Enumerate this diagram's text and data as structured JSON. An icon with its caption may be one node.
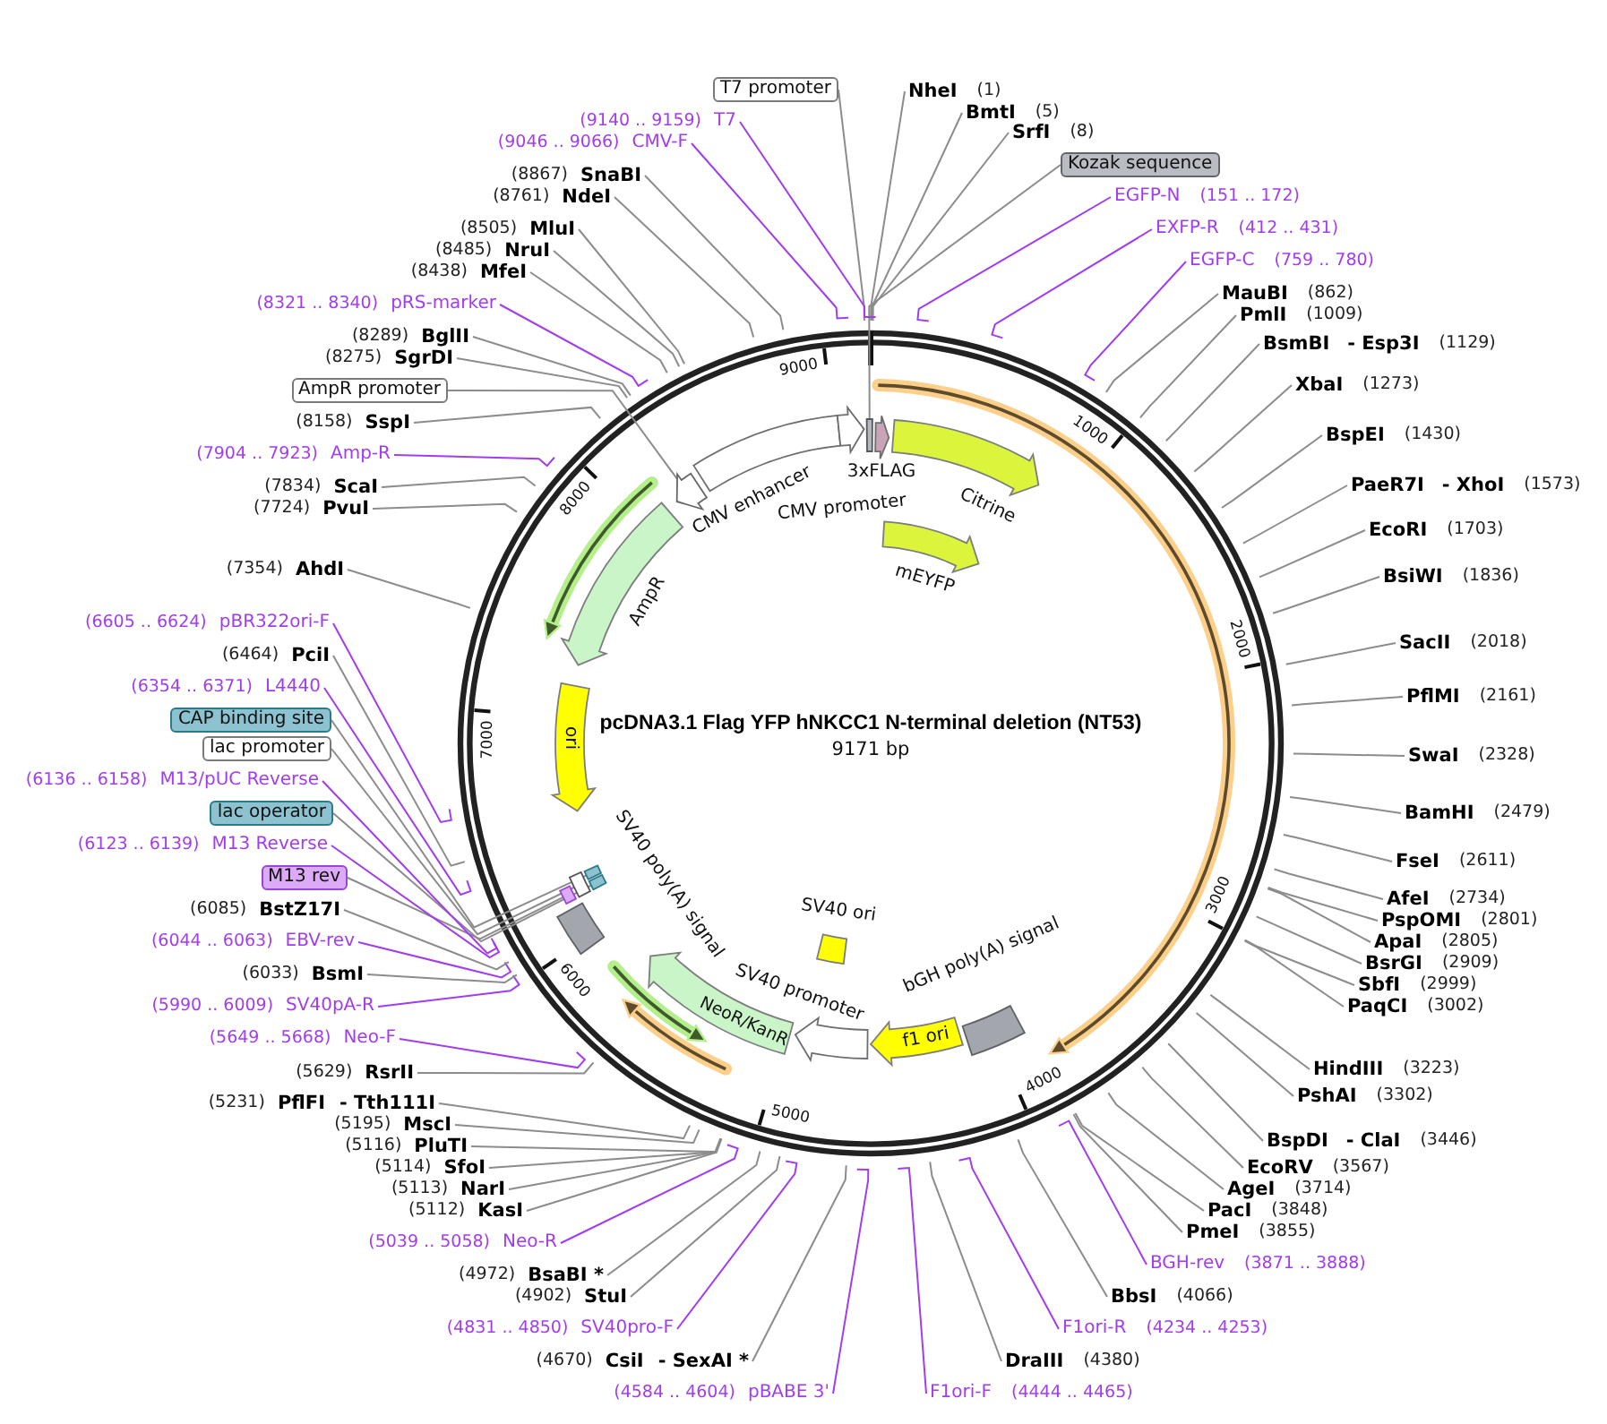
{
  "diagram": {
    "title": "pcDNA3.1 Flag YFP hNKCC1 N-terminal deletion (NT53)",
    "nodes": [
      {
        "text": [
          "T7 promoter"
        ]
      },
      {
        "text": [
          "NheI",
          "(1)"
        ]
      },
      {
        "text": [
          "BmtI",
          "(5)"
        ]
      },
      {
        "text": [
          "SrfI",
          "(8)"
        ]
      },
      {
        "text": [
          "Kozak sequence"
        ]
      },
      {
        "text": [
          "EGFP-N",
          "(151 .. 172)"
        ]
      },
      {
        "text": [
          "EXFP-R",
          "(412 .. 431)"
        ]
      },
      {
        "text": [
          "EGFP-C",
          "(759 .. 780)"
        ]
      },
      {
        "text": [
          "MauBI",
          "(862)"
        ]
      },
      {
        "text": [
          "PmlI",
          "(1009)"
        ]
      },
      {
        "text": [
          "BsmBI",
          "- Esp3I",
          "(1129)"
        ]
      },
      {
        "text": [
          "XbaI",
          "(1273)"
        ]
      },
      {
        "text": [
          "BspEI",
          "(1430)"
        ]
      },
      {
        "text": [
          "PaeR7I",
          "- XhoI",
          "(1573)"
        ]
      },
      {
        "text": [
          "EcoRI",
          "(1703)"
        ]
      },
      {
        "text": [
          "BsiWI",
          "(1836)"
        ]
      },
      {
        "text": [
          "SacII",
          "(2018)"
        ]
      },
      {
        "text": [
          "PflMI",
          "(2161)"
        ]
      },
      {
        "text": [
          "SwaI",
          "(2328)"
        ]
      },
      {
        "text": [
          "BamHI",
          "(2479)"
        ]
      },
      {
        "text": [
          "FseI",
          "(2611)"
        ]
      },
      {
        "text": [
          "AfeI",
          "(2734)"
        ]
      },
      {
        "text": [
          "PspOMI",
          "(2801)"
        ]
      },
      {
        "text": [
          "ApaI",
          "(2805)"
        ]
      },
      {
        "text": [
          "BsrGI",
          "(2909)"
        ]
      },
      {
        "text": [
          "SbfI",
          "(2999)"
        ]
      },
      {
        "text": [
          "PaqCI",
          "(3002)"
        ]
      },
      {
        "text": [
          "HindIII",
          "(3223)"
        ]
      },
      {
        "text": [
          "PshAI",
          "(3302)"
        ]
      },
      {
        "text": [
          "BspDI",
          "- ClaI",
          "(3446)"
        ]
      },
      {
        "text": [
          "EcoRV",
          "(3567)"
        ]
      },
      {
        "text": [
          "AgeI",
          "(3714)"
        ]
      },
      {
        "text": [
          "PacI",
          "(3848)"
        ]
      },
      {
        "text": [
          "PmeI",
          "(3855)"
        ]
      },
      {
        "text": [
          "BGH-rev",
          "(3871 .. 3888)"
        ]
      },
      {
        "text": [
          "BbsI",
          "(4066)"
        ]
      },
      {
        "text": [
          "F1ori-R",
          "(4234 .. 4253)"
        ]
      },
      {
        "text": [
          "DraIII",
          "(4380)"
        ]
      },
      {
        "text": [
          "F1ori-F",
          "(4444 .. 4465)"
        ]
      },
      {
        "text": [
          "(4584 .. 4604)",
          "pBABE 3'"
        ]
      },
      {
        "text": [
          "(4670)",
          "CsiI",
          "- SexAI *"
        ]
      },
      {
        "text": [
          "(4831 .. 4850)",
          "SV40pro-F"
        ]
      },
      {
        "text": [
          "(4902)",
          "StuI"
        ]
      },
      {
        "text": [
          "(4972)",
          "BsaBI *"
        ]
      },
      {
        "text": [
          "(5039 .. 5058)",
          "Neo-R"
        ]
      },
      {
        "text": [
          "(5112)",
          "KasI"
        ]
      },
      {
        "text": [
          "(5113)",
          "NarI"
        ]
      },
      {
        "text": [
          "(5114)",
          "SfoI"
        ]
      },
      {
        "text": [
          "(5116)",
          "PluTI"
        ]
      },
      {
        "text": [
          "(5195)",
          "MscI"
        ]
      },
      {
        "text": [
          "(5231)",
          "PflFI",
          "- Tth111I"
        ]
      },
      {
        "text": [
          "(5629)",
          "RsrII"
        ]
      },
      {
        "text": [
          "(5649 .. 5668)",
          "Neo-F"
        ]
      },
      {
        "text": [
          "(5990 .. 6009)",
          "SV40pA-R"
        ]
      },
      {
        "text": [
          "(6033)",
          "BsmI"
        ]
      },
      {
        "text": [
          "(6044 .. 6063)",
          "EBV-rev"
        ]
      },
      {
        "text": [
          "(6085)",
          "BstZ17I"
        ]
      },
      {
        "text": [
          "M13 rev"
        ]
      },
      {
        "text": [
          "(6123 .. 6139)",
          "M13 Reverse"
        ]
      },
      {
        "text": [
          "lac operator"
        ]
      },
      {
        "text": [
          "(6136 .. 6158)",
          "M13/pUC Reverse"
        ]
      },
      {
        "text": [
          "lac promoter"
        ]
      },
      {
        "text": [
          "CAP binding site"
        ]
      },
      {
        "text": [
          "(6354 .. 6371)",
          "L4440"
        ]
      },
      {
        "text": [
          "(6464)",
          "PciI"
        ]
      },
      {
        "text": [
          "(6605 .. 6624)",
          "pBR322ori-F"
        ]
      },
      {
        "text": [
          "(7354)",
          "AhdI"
        ]
      },
      {
        "text": [
          "(7724)",
          "PvuI"
        ]
      },
      {
        "text": [
          "(7834)",
          "ScaI"
        ]
      },
      {
        "text": [
          "(7904 .. 7923)",
          "Amp-R"
        ]
      },
      {
        "text": [
          "(8158)",
          "SspI"
        ]
      },
      {
        "text": [
          "AmpR promoter"
        ]
      },
      {
        "text": [
          "(8275)",
          "SgrDI"
        ]
      },
      {
        "text": [
          "(8289)",
          "BglII"
        ]
      },
      {
        "text": [
          "(8321 .. 8340)",
          "pRS-marker"
        ]
      },
      {
        "text": [
          "(8438)",
          "MfeI"
        ]
      },
      {
        "text": [
          "(8485)",
          "NruI"
        ]
      },
      {
        "text": [
          "(8505)",
          "MluI"
        ]
      },
      {
        "text": [
          "(8761)",
          "NdeI"
        ]
      },
      {
        "text": [
          "(8867)",
          "SnaBI"
        ]
      },
      {
        "text": [
          "(9046 .. 9066)",
          "CMV-F"
        ]
      },
      {
        "text": [
          "(9140 .. 9159)",
          "T7"
        ]
      },
      {
        "text": [
          "CMV enhancer"
        ]
      },
      {
        "text": [
          "CMV promoter"
        ]
      },
      {
        "text": [
          "3xFLAG"
        ]
      },
      {
        "text": [
          "Citrine"
        ]
      },
      {
        "text": [
          "mEYFP"
        ]
      },
      {
        "text": [
          "AmpR"
        ]
      },
      {
        "text": [
          "ori"
        ]
      },
      {
        "text": [
          "SV40 poly(A) signal"
        ]
      },
      {
        "text": [
          "SV40 ori"
        ]
      },
      {
        "text": [
          "SV40 promoter"
        ]
      },
      {
        "text": [
          "NeoR/KanR"
        ]
      },
      {
        "text": [
          "bGH poly(A) signal"
        ]
      },
      {
        "text": [
          "f1 ori"
        ]
      },
      {
        "text": [],
        "shape": "bar"
      },
      {
        "text": [],
        "shape": "arrow"
      },
      {
        "text": [],
        "shape": "bar"
      },
      {
        "text": [],
        "shape": "bar"
      },
      {
        "text": [],
        "shape": "bar"
      },
      {
        "text": [],
        "shape": "bar"
      },
      {
        "text": [],
        "shape": "arrow"
      },
      {
        "text": [],
        "shape": "arrow"
      }
    ],
    "edges": [
      {
        "from": 0,
        "to": null,
        "arrow": "none"
      },
      {
        "from": 1,
        "to": null,
        "arrow": "none"
      },
      {
        "from": 2,
        "to": null,
        "arrow": "none"
      },
      {
        "from": 3,
        "to": null,
        "arrow": "none"
      },
      {
        "from": 4,
        "to": 95,
        "arrow": "none"
      },
      {
        "from": 5,
        "to": null,
        "arrow": "none",
        "color": "#a23cf0"
      },
      {
        "from": 6,
        "to": null,
        "arrow": "none",
        "color": "#a23cf0"
      },
      {
        "from": 7,
        "to": null,
        "arrow": "none",
        "color": "#a23cf0"
      },
      {
        "from": 8,
        "to": null,
        "arrow": "none"
      },
      {
        "from": 9,
        "to": null,
        "arrow": "none"
      },
      {
        "from": 10,
        "to": null,
        "arrow": "none"
      },
      {
        "from": 11,
        "to": null,
        "arrow": "none"
      },
      {
        "from": 12,
        "to": null,
        "arrow": "none"
      },
      {
        "from": 13,
        "to": null,
        "arrow": "none"
      },
      {
        "from": 14,
        "to": null,
        "arrow": "none"
      },
      {
        "from": 15,
        "to": null,
        "arrow": "none"
      },
      {
        "from": 16,
        "to": null,
        "arrow": "none"
      },
      {
        "from": 17,
        "to": null,
        "arrow": "none"
      },
      {
        "from": 18,
        "to": null,
        "arrow": "none"
      },
      {
        "from": 19,
        "to": null,
        "arrow": "none"
      },
      {
        "from": 20,
        "to": null,
        "arrow": "none"
      },
      {
        "from": 21,
        "to": null,
        "arrow": "none"
      },
      {
        "from": 22,
        "to": null,
        "arrow": "none"
      },
      {
        "from": 23,
        "to": null,
        "arrow": "none"
      },
      {
        "from": 24,
        "to": null,
        "arrow": "none"
      },
      {
        "from": 25,
        "to": null,
        "arrow": "none"
      },
      {
        "from": 26,
        "to": null,
        "arrow": "none"
      },
      {
        "from": 27,
        "to": null,
        "arrow": "none"
      },
      {
        "from": 28,
        "to": null,
        "arrow": "none"
      },
      {
        "from": 29,
        "to": null,
        "arrow": "none"
      },
      {
        "from": 30,
        "to": null,
        "arrow": "none"
      },
      {
        "from": 31,
        "to": null,
        "arrow": "none"
      },
      {
        "from": 32,
        "to": null,
        "arrow": "none"
      },
      {
        "from": 33,
        "to": null,
        "arrow": "none"
      },
      {
        "from": 34,
        "to": null,
        "arrow": "none",
        "color": "#a23cf0"
      },
      {
        "from": 35,
        "to": null,
        "arrow": "none"
      },
      {
        "from": 36,
        "to": null,
        "arrow": "none",
        "color": "#a23cf0"
      },
      {
        "from": 37,
        "to": null,
        "arrow": "none"
      },
      {
        "from": 38,
        "to": null,
        "arrow": "none",
        "color": "#a23cf0"
      },
      {
        "from": 39,
        "to": null,
        "arrow": "none",
        "color": "#a23cf0"
      },
      {
        "from": 40,
        "to": null,
        "arrow": "none"
      },
      {
        "from": 41,
        "to": null,
        "arrow": "none",
        "color": "#a23cf0"
      },
      {
        "from": 42,
        "to": null,
        "arrow": "none"
      },
      {
        "from": 43,
        "to": null,
        "arrow": "none"
      },
      {
        "from": 44,
        "to": null,
        "arrow": "none",
        "color": "#a23cf0"
      },
      {
        "from": 45,
        "to": null,
        "arrow": "none"
      },
      {
        "from": 46,
        "to": null,
        "arrow": "none"
      },
      {
        "from": 47,
        "to": null,
        "arrow": "none"
      },
      {
        "from": 48,
        "to": null,
        "arrow": "none"
      },
      {
        "from": 49,
        "to": null,
        "arrow": "none"
      },
      {
        "from": 50,
        "to": null,
        "arrow": "none"
      },
      {
        "from": 51,
        "to": null,
        "arrow": "none"
      },
      {
        "from": 52,
        "to": null,
        "arrow": "none",
        "color": "#a23cf0"
      },
      {
        "from": 53,
        "to": null,
        "arrow": "none",
        "color": "#a23cf0"
      },
      {
        "from": 54,
        "to": null,
        "arrow": "none"
      },
      {
        "from": 55,
        "to": null,
        "arrow": "none",
        "color": "#a23cf0"
      },
      {
        "from": 56,
        "to": null,
        "arrow": "none"
      },
      {
        "from": 57,
        "to": 100,
        "arrow": "none"
      },
      {
        "from": 58,
        "to": null,
        "arrow": "none",
        "color": "#a23cf0"
      },
      {
        "from": 59,
        "to": 99,
        "arrow": "none"
      },
      {
        "from": 60,
        "to": null,
        "arrow": "none",
        "color": "#a23cf0"
      },
      {
        "from": 61,
        "to": 98,
        "arrow": "none"
      },
      {
        "from": 62,
        "to": 97,
        "arrow": "none"
      },
      {
        "from": 63,
        "to": null,
        "arrow": "none",
        "color": "#a23cf0"
      },
      {
        "from": 64,
        "to": null,
        "arrow": "none"
      },
      {
        "from": 65,
        "to": null,
        "arrow": "none",
        "color": "#a23cf0"
      },
      {
        "from": 66,
        "to": null,
        "arrow": "none"
      },
      {
        "from": 67,
        "to": null,
        "arrow": "none"
      },
      {
        "from": 68,
        "to": null,
        "arrow": "none"
      },
      {
        "from": 69,
        "to": null,
        "arrow": "none",
        "color": "#a23cf0"
      },
      {
        "from": 70,
        "to": null,
        "arrow": "none"
      },
      {
        "from": 71,
        "to": 96,
        "arrow": "none"
      },
      {
        "from": 72,
        "to": null,
        "arrow": "none"
      },
      {
        "from": 73,
        "to": null,
        "arrow": "none"
      },
      {
        "from": 74,
        "to": null,
        "arrow": "none",
        "color": "#a23cf0"
      },
      {
        "from": 75,
        "to": null,
        "arrow": "none"
      },
      {
        "from": 76,
        "to": null,
        "arrow": "none"
      },
      {
        "from": 77,
        "to": null,
        "arrow": "none"
      },
      {
        "from": 78,
        "to": null,
        "arrow": "none"
      },
      {
        "from": 79,
        "to": null,
        "arrow": "none"
      },
      {
        "from": 80,
        "to": null,
        "arrow": "none",
        "color": "#a23cf0"
      },
      {
        "from": 81,
        "to": null,
        "arrow": "none",
        "color": "#a23cf0"
      }
    ],
    "labels": [
      "1000",
      "2000",
      "3000",
      "4000",
      "5000",
      "6000",
      "7000",
      "8000",
      "9000",
      "9171 bp"
    ]
  }
}
